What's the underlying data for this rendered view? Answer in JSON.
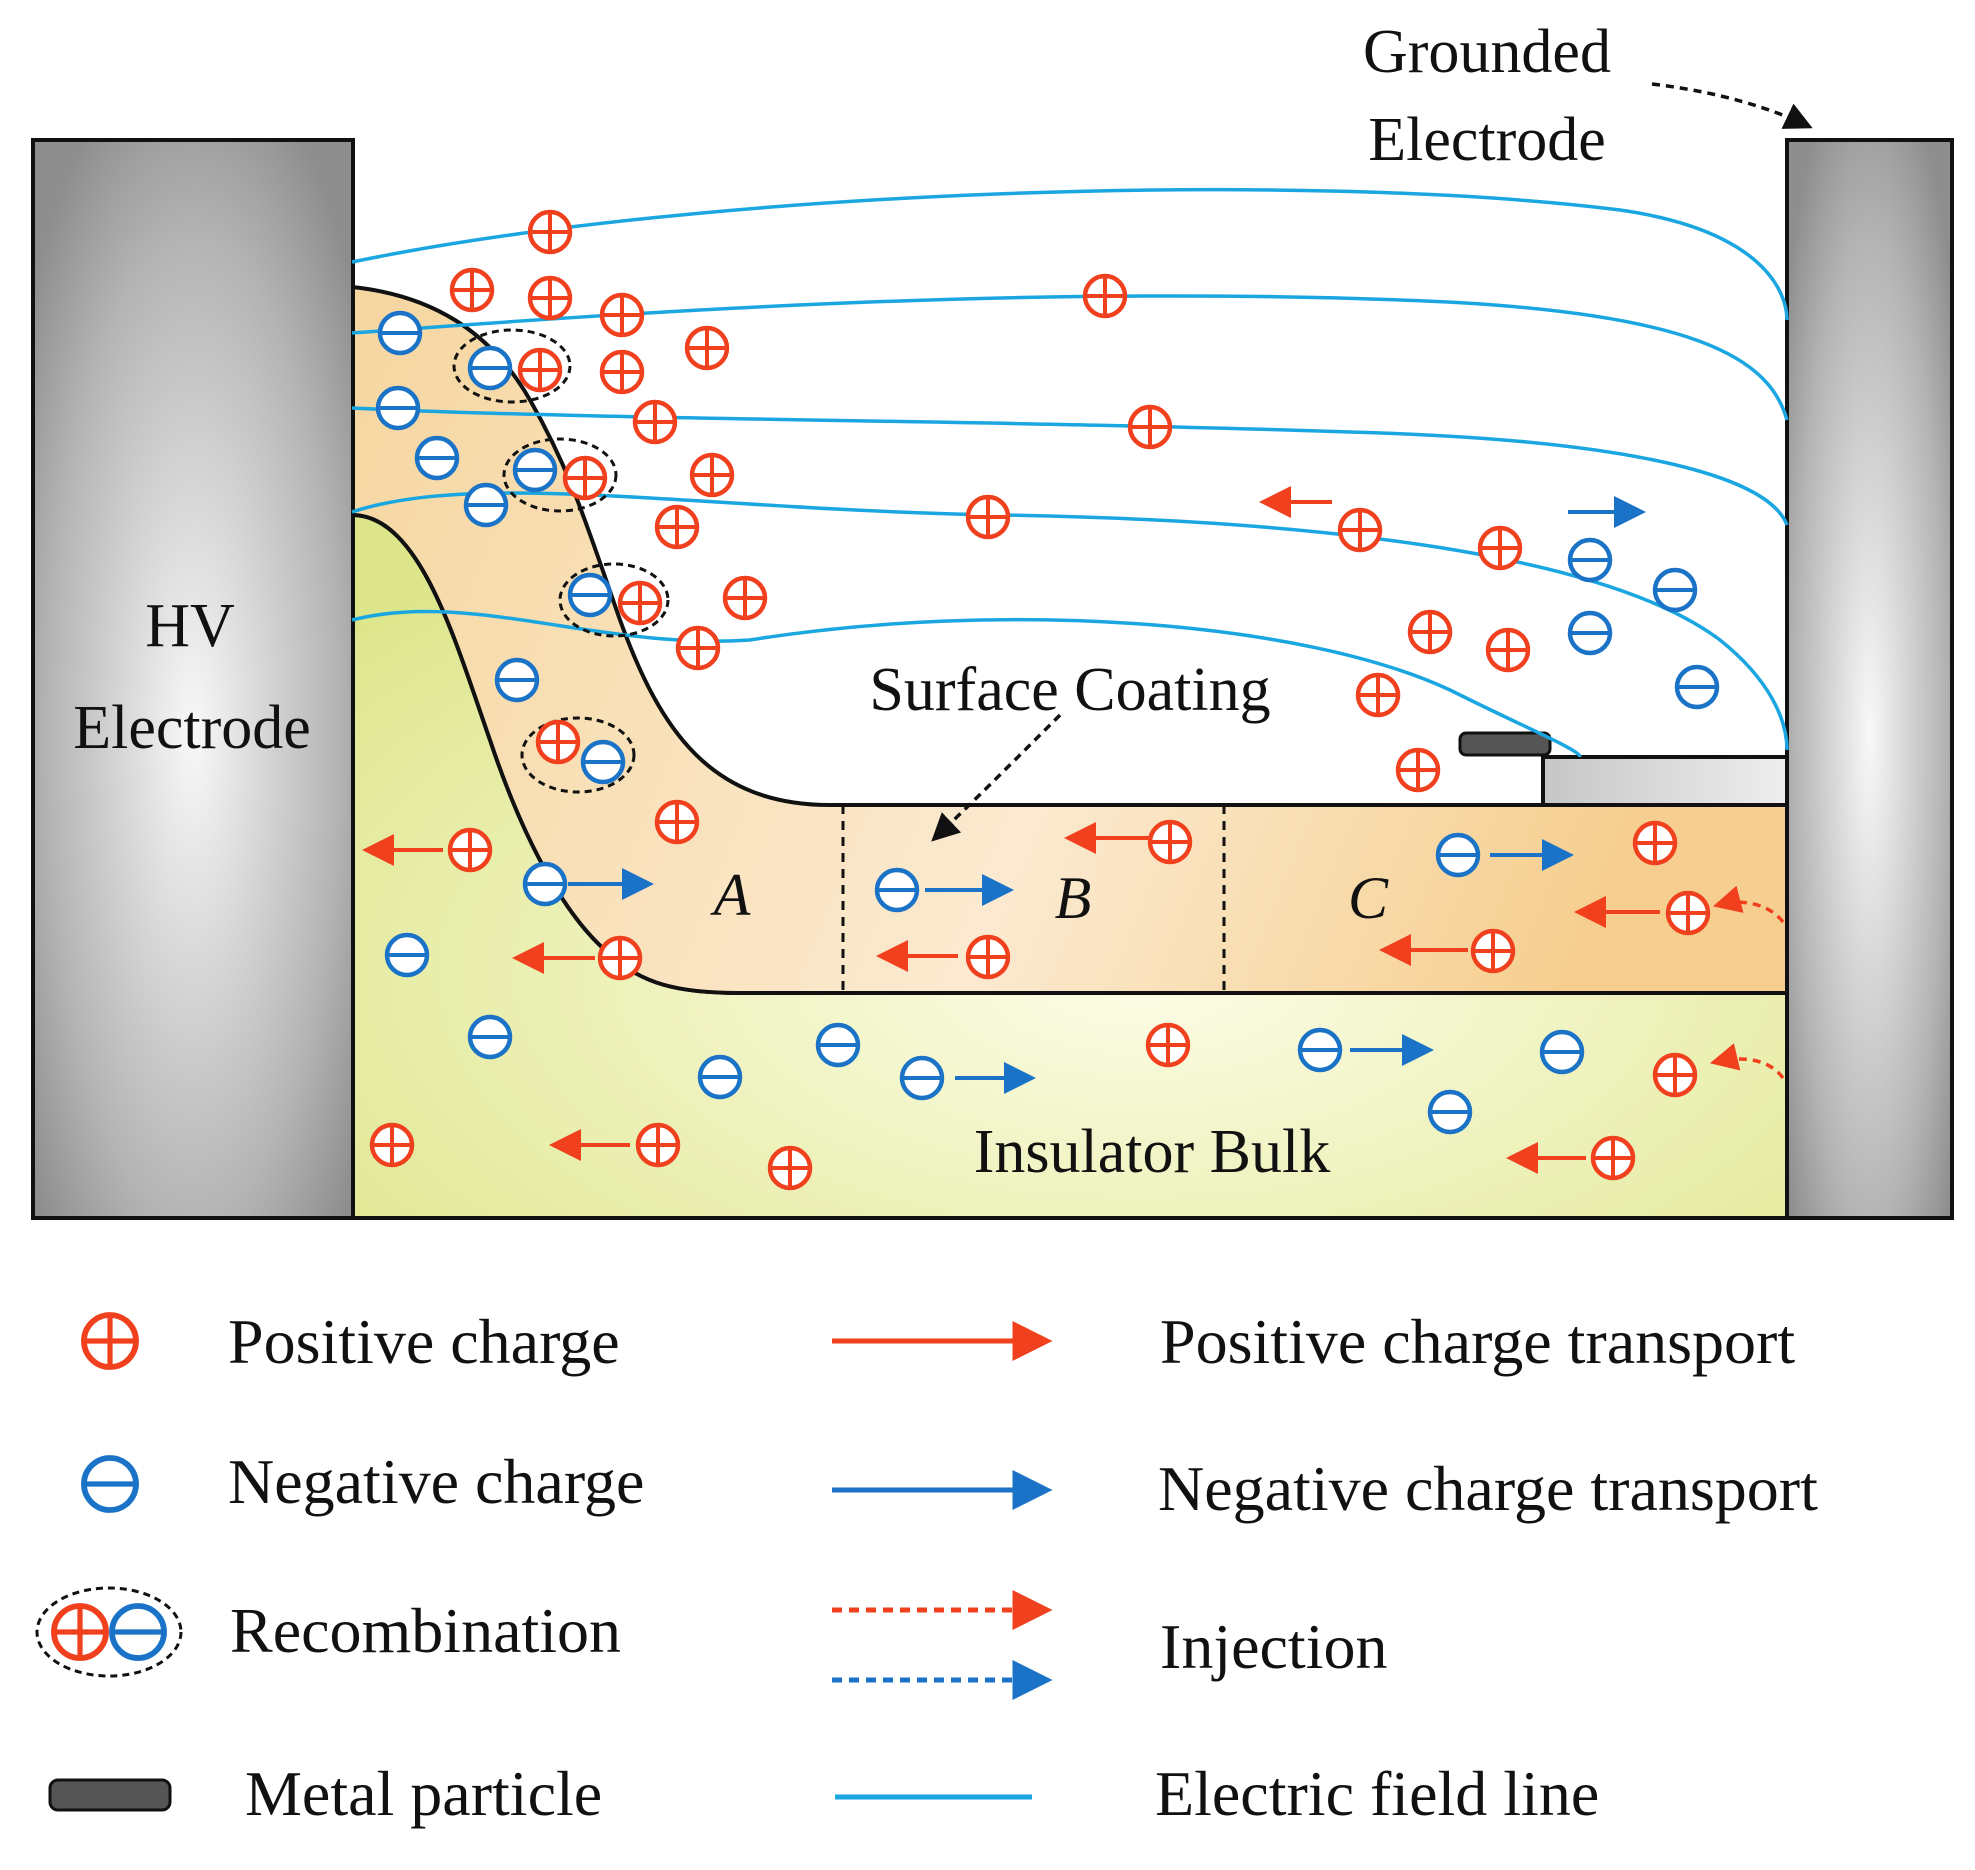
{
  "labels": {
    "grounded_line1": "Grounded",
    "grounded_line2": "Electrode",
    "hv_line1": "HV",
    "hv_line2": "Electrode",
    "surface_coating": "Surface Coating",
    "insulator_bulk": "Insulator Bulk",
    "region_a": "A",
    "region_b": "B",
    "region_c": "C"
  },
  "legend": {
    "positive_charge": "Positive charge",
    "negative_charge": "Negative charge",
    "recombination": "Recombination",
    "metal_particle": "Metal particle",
    "positive_transport": "Positive charge transport",
    "negative_transport": "Negative charge transport",
    "injection": "Injection",
    "field_line": "Electric field line"
  },
  "colors": {
    "positive": "#f0401e",
    "negative": "#1a73c6",
    "field_line": "#1aa6e0",
    "electrode": "#a8a8a8",
    "coating": "#f6d9a6",
    "bulk": "#e6eba0",
    "metal_particle": "#555555"
  }
}
